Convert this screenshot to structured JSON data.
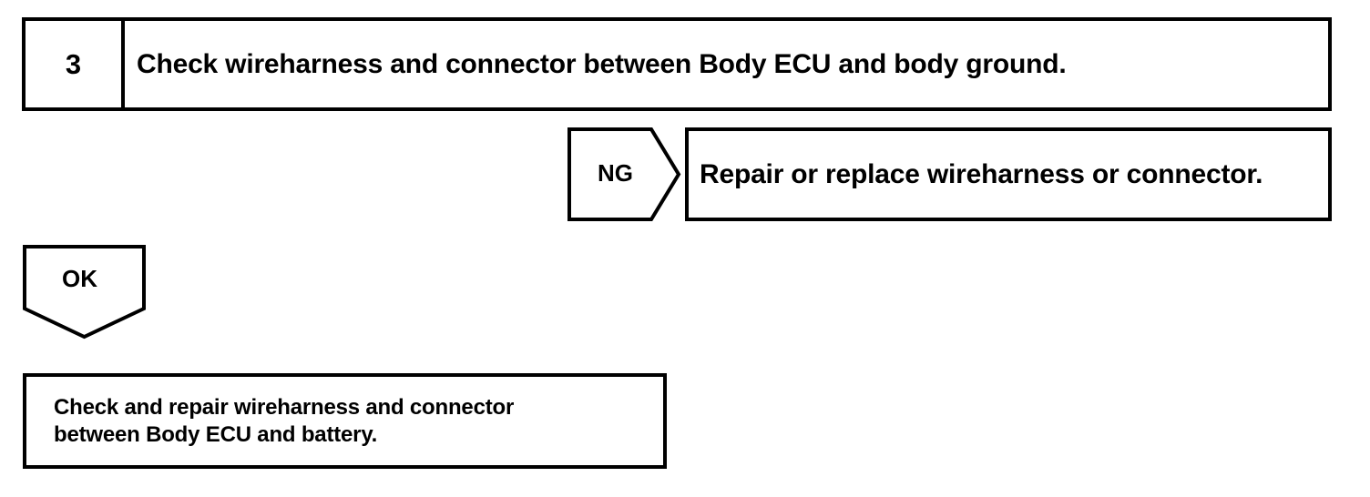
{
  "document": {
    "type": "troubleshooting-flowchart",
    "background_color": "#ffffff",
    "line_color": "#000000"
  },
  "step": {
    "number": "3",
    "instruction": "Check wireharness and connector between Body ECU and body ground."
  },
  "branches": {
    "ng": {
      "label": "NG",
      "action": "Repair or replace wireharness or connector."
    },
    "ok": {
      "label": "OK",
      "action_line1": "Check and repair wireharness and connector",
      "action_line2": "between Body ECU and battery."
    }
  }
}
